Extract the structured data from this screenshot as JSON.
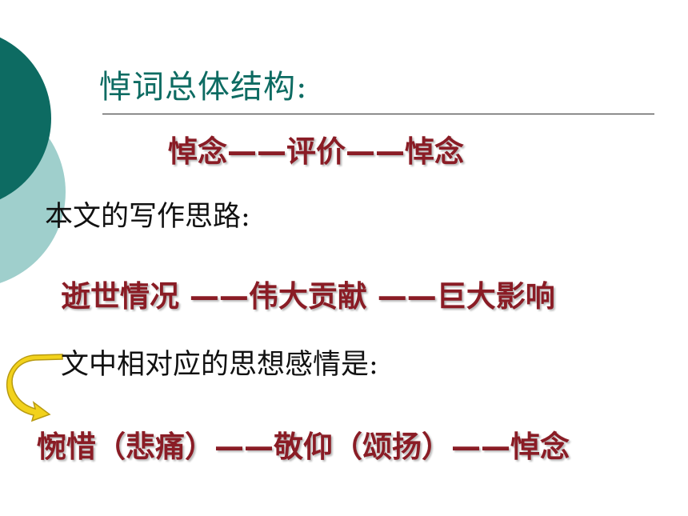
{
  "slide": {
    "title": "悼词总体结构:",
    "structure": "悼念——评价——悼念",
    "section_label": "本文的写作思路:",
    "idea_flow": "逝世情况 ——伟大贡献 ——巨大影响",
    "feeling_label": "文中相对应的思想感情是:",
    "feeling_flow": "惋惜（悲痛）——敬仰（颂扬）——悼念"
  },
  "colors": {
    "teal_dark": "#0d6b62",
    "teal_light": "#9fcfcc",
    "maroon": "#8a1c25",
    "arrow_yellow": "#f2d21c"
  },
  "icons": {
    "curved_arrow": "curved-arrow-icon"
  }
}
